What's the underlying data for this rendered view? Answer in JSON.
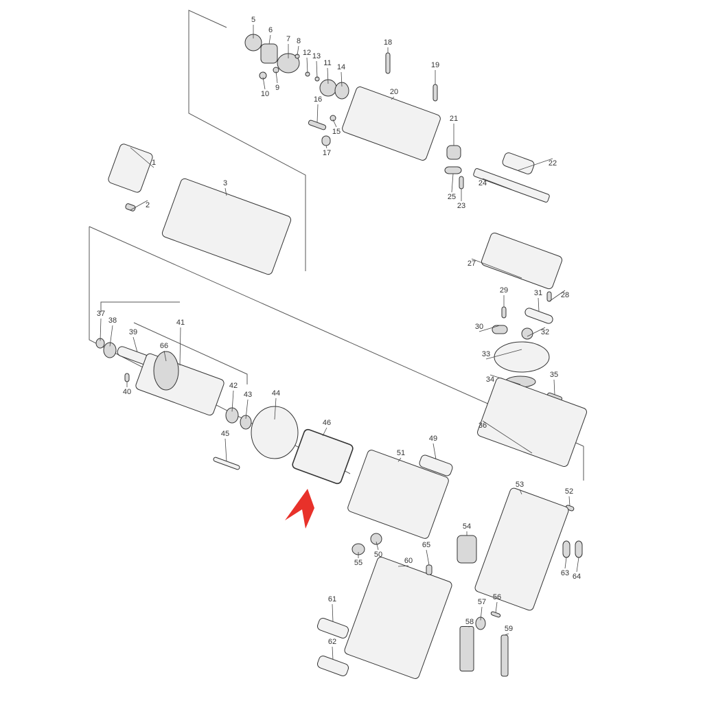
{
  "diagram": {
    "type": "exploded-parts-diagram",
    "highlight_color": "#e8312a",
    "line_color": "#444444",
    "highlighted_part": "46",
    "parts": [
      "1",
      "2",
      "3",
      "5",
      "6",
      "7",
      "8",
      "9",
      "10",
      "11",
      "12",
      "13",
      "14",
      "15",
      "16",
      "17",
      "18",
      "19",
      "20",
      "21",
      "22",
      "23",
      "24",
      "25",
      "27",
      "28",
      "29",
      "30",
      "31",
      "32",
      "33",
      "34",
      "35",
      "36",
      "37",
      "38",
      "39",
      "40",
      "41",
      "42",
      "43",
      "44",
      "45",
      "46",
      "49",
      "50",
      "51",
      "52",
      "53",
      "54",
      "55",
      "56",
      "57",
      "58",
      "59",
      "60",
      "61",
      "62",
      "63",
      "64",
      "65",
      "66"
    ]
  }
}
